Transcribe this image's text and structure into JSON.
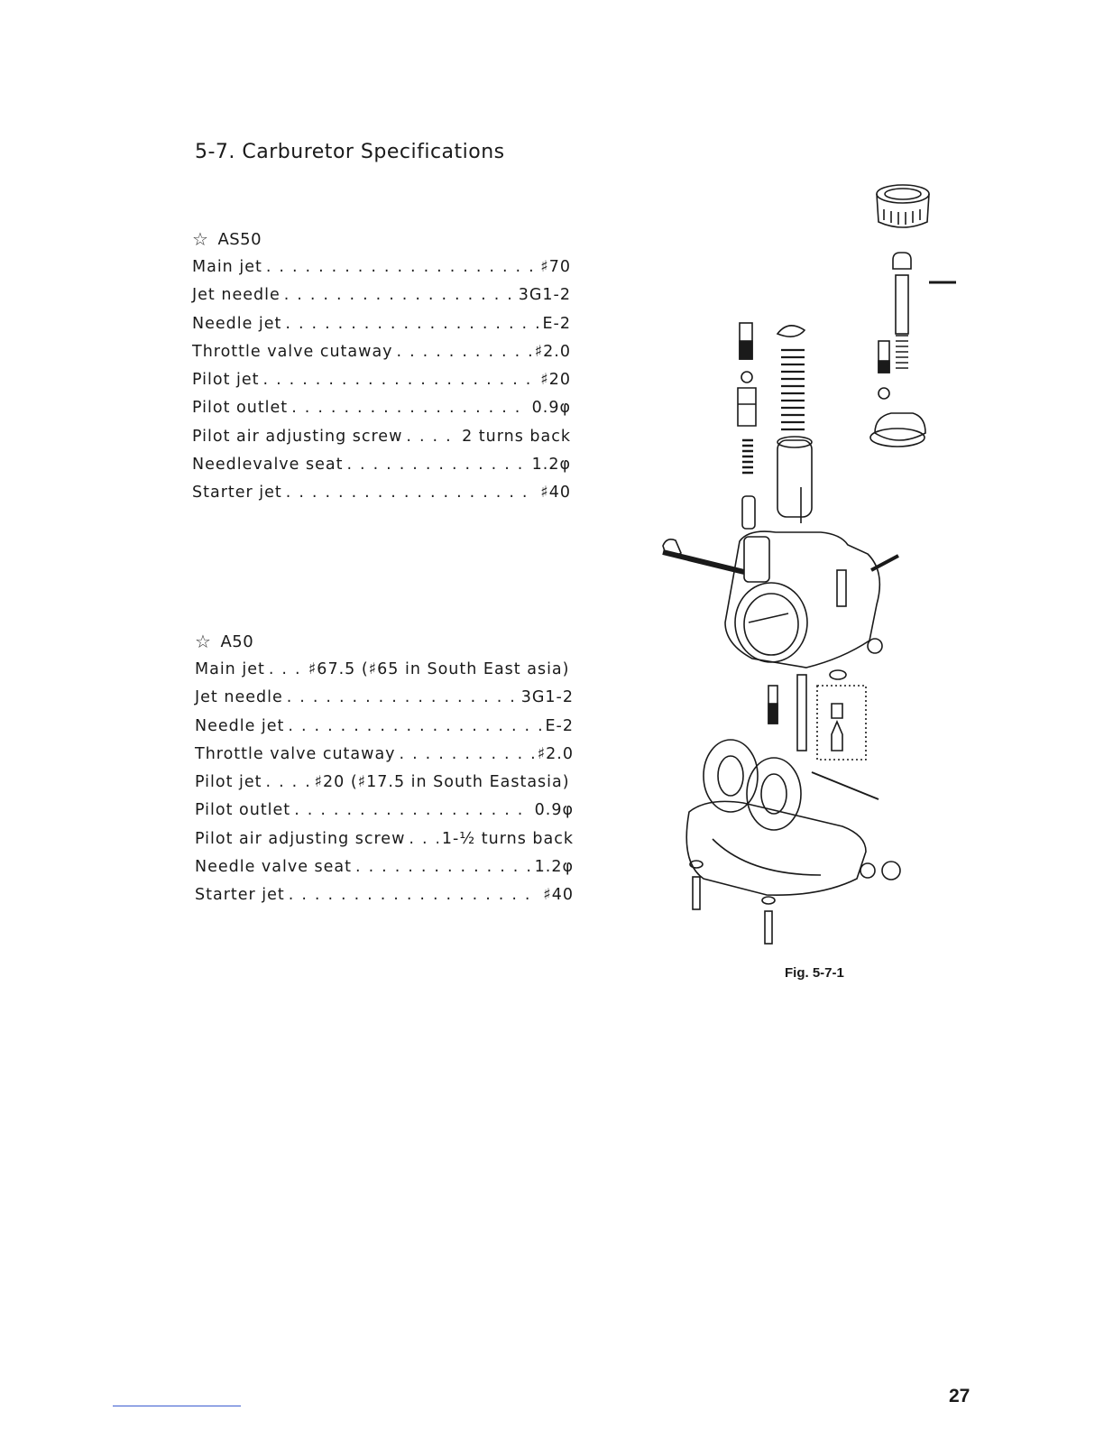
{
  "page": {
    "title": "5-7. Carburetor Specifications",
    "figure_caption": "Fig. 5-7-1",
    "page_number": "27"
  },
  "sections": [
    {
      "name": "AS50",
      "star": "☆",
      "rows": [
        {
          "label": "Main jet",
          "value": "♯70"
        },
        {
          "label": "Jet needle",
          "value": "3G1-2"
        },
        {
          "label": "Needle jet",
          "value": "E-2"
        },
        {
          "label": "Throttle valve cutaway",
          "value": "♯2.0"
        },
        {
          "label": "Pilot jet",
          "value": "♯20"
        },
        {
          "label": "Pilot outlet",
          "value": "0.9φ"
        },
        {
          "label": "Pilot air adjusting screw",
          "value": "2 turns back"
        },
        {
          "label": "Needlevalve seat",
          "value": "1.2φ"
        },
        {
          "label": "Starter jet",
          "value": "♯40"
        }
      ]
    },
    {
      "name": "A50",
      "star": "☆",
      "rows": [
        {
          "label": "Main jet",
          "value": "♯67.5 (♯65 in South East asia)"
        },
        {
          "label": "Jet needle",
          "value": "3G1-2"
        },
        {
          "label": "Needle jet",
          "value": "E-2"
        },
        {
          "label": "Throttle valve cutaway",
          "value": "♯2.0"
        },
        {
          "label": "Pilot jet",
          "value": "♯20 (♯17.5 in South Eastasia)"
        },
        {
          "label": "Pilot outlet",
          "value": "0.9φ"
        },
        {
          "label": "Pilot air adjusting screw",
          "value": "1-½ turns back"
        },
        {
          "label": "Needle valve seat",
          "value": "1.2φ"
        },
        {
          "label": "Starter jet",
          "value": "♯40"
        }
      ]
    }
  ]
}
